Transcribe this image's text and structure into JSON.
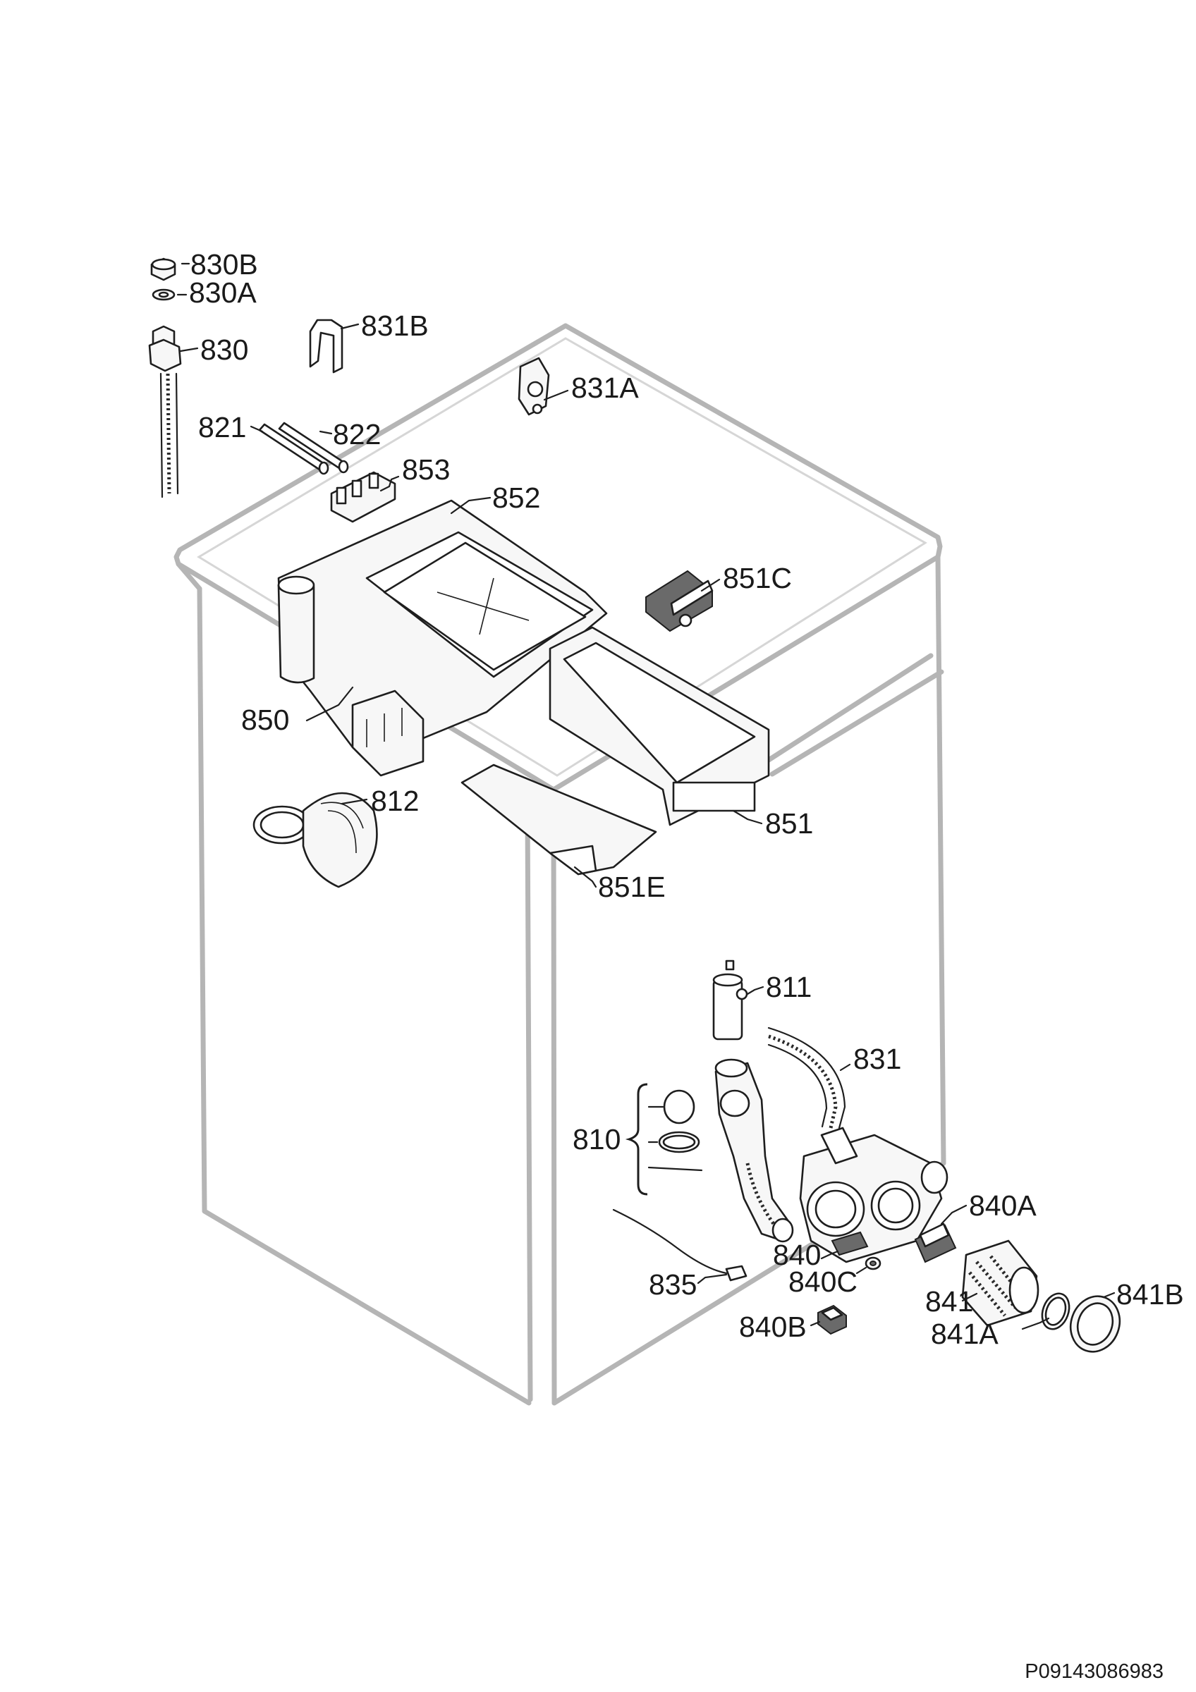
{
  "drawing_code": "P09143086983",
  "labels": {
    "p830b": "830B",
    "p830a": "830A",
    "p830": "830",
    "p831b": "831B",
    "p831a": "831A",
    "p821": "821",
    "p822": "822",
    "p853": "853",
    "p852": "852",
    "p851c": "851C",
    "p850": "850",
    "p812": "812",
    "p851": "851",
    "p851e": "851E",
    "p811": "811",
    "p831": "831",
    "p810": "810",
    "p840a": "840A",
    "p840": "840",
    "p840c": "840C",
    "p835": "835",
    "p841": "841",
    "p841b": "841B",
    "p841a": "841A",
    "p840b": "840B"
  }
}
